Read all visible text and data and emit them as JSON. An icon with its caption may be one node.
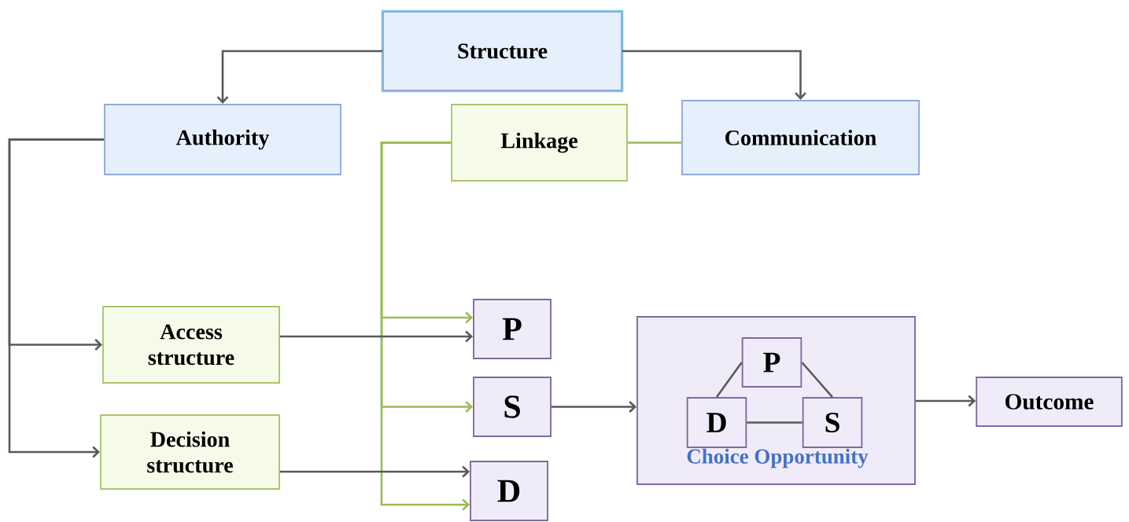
{
  "diagram": {
    "nodes": [
      {
        "text": [
          "Structure"
        ]
      },
      {
        "text": [
          "Authority"
        ]
      },
      {
        "text": [
          "Linkage"
        ]
      },
      {
        "text": [
          "Communication"
        ]
      },
      {
        "text": [
          "Access structure"
        ]
      },
      {
        "text": [
          "Decision structure"
        ]
      },
      {
        "text": [
          "P"
        ]
      },
      {
        "text": [
          "S"
        ]
      },
      {
        "text": [
          "D"
        ]
      },
      {
        "text": [
          "Choice Opportunity"
        ]
      },
      {
        "text": [
          "P"
        ],
        "in": 9
      },
      {
        "text": [
          "D"
        ],
        "in": 9
      },
      {
        "text": [
          "S"
        ],
        "in": 9
      },
      {
        "text": [
          "Outcome"
        ]
      }
    ],
    "edges": [
      {
        "from": 0,
        "to": 1,
        "arrow": "to"
      },
      {
        "from": 0,
        "to": 3,
        "arrow": "to"
      },
      {
        "from": 1,
        "to": 4,
        "arrow": "to"
      },
      {
        "from": 1,
        "to": 5,
        "arrow": "to"
      },
      {
        "from": 2,
        "to": 3,
        "arrow": "none",
        "color": "#9bbb59"
      },
      {
        "from": 2,
        "to": 6,
        "arrow": "to",
        "color": "#9bbb59"
      },
      {
        "from": 2,
        "to": 7,
        "arrow": "to",
        "color": "#9bbb59"
      },
      {
        "from": 2,
        "to": 8,
        "arrow": "to",
        "color": "#9bbb59"
      },
      {
        "from": 4,
        "to": 6,
        "arrow": "to"
      },
      {
        "from": 5,
        "to": 8,
        "arrow": "to"
      },
      {
        "from": 7,
        "to": 9,
        "arrow": "to"
      },
      {
        "from": 9,
        "to": 13,
        "arrow": "to"
      },
      {
        "from": 10,
        "to": 11,
        "arrow": "none"
      },
      {
        "from": 10,
        "to": 12,
        "arrow": "none"
      },
      {
        "from": 11,
        "to": 12,
        "arrow": "none"
      }
    ]
  }
}
